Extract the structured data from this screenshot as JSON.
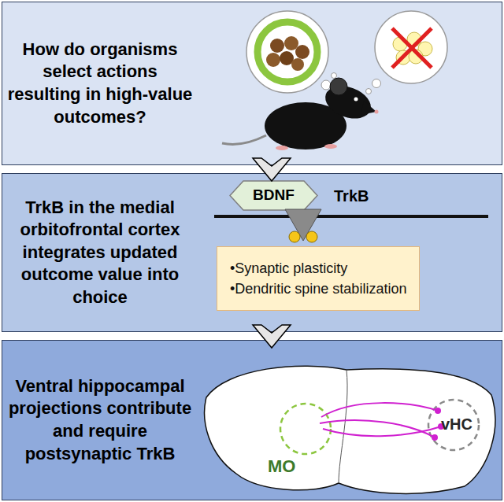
{
  "diagram": {
    "nodes": [
      {
        "text": [
          "How do organisms select actions resulting in high-value outcomes?"
        ]
      },
      {
        "text": [
          "TrkB in the medial orbitofrontal cortex integrates updated outcome value into choice"
        ]
      },
      {
        "text": [
          "BDNF"
        ],
        "in": 1
      },
      {
        "text": [
          "•Synaptic plasticity",
          "•Dendritic spine stabilization"
        ],
        "in": 1
      },
      {
        "text": [
          "Ventral hippocampal projections contribute and require postsynaptic TrkB"
        ]
      }
    ],
    "edges": [
      {
        "from": 0,
        "to": 1,
        "arrow": "to"
      },
      {
        "from": 1,
        "to": 4,
        "arrow": "to"
      }
    ],
    "labels": [
      "TrkB",
      "MO",
      "vHC"
    ]
  }
}
